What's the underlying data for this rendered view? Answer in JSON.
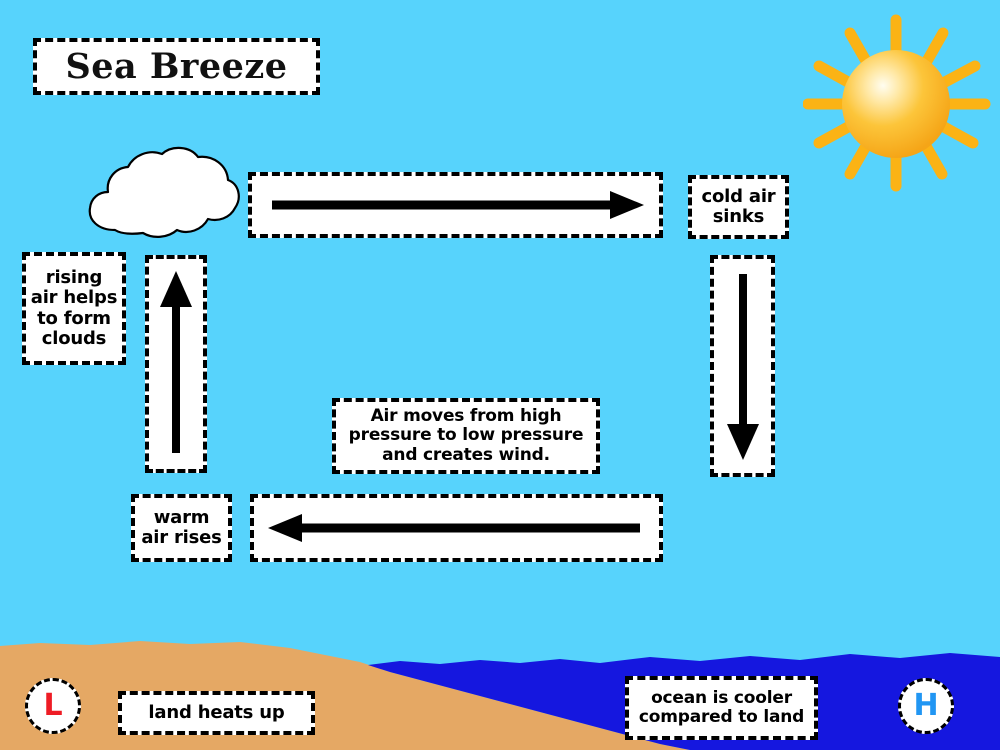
{
  "colors": {
    "sky": "#57D3FC",
    "land": "#E5A864",
    "ocean": "#1517DF",
    "sun_ray": "#FBB315",
    "sun_core": "#FFF6D8",
    "sun_edge": "#F8A81B",
    "cloud_fill": "#FFFFFF",
    "cloud_outline": "#000000",
    "panel_fill": "#FFFFFF",
    "panel_border": "#000000",
    "low_pressure": "#EE1C25",
    "high_pressure": "#2196F3"
  },
  "diagram": {
    "title": "Sea Breeze",
    "labels": {
      "cold_air": "cold air\nsinks",
      "rising_air": "rising\nair helps\nto form\nclouds",
      "pressure": "Air moves from high\npressure to low pressure\nand creates wind.",
      "warm_air": "warm\nair rises",
      "land_heats": "land heats up",
      "ocean_cooler": "ocean is cooler\ncompared to land"
    },
    "arrows": {
      "top": "arrow-right",
      "bottom": "arrow-left",
      "left": "arrow-up",
      "right": "arrow-down"
    },
    "badges": {
      "low": "L",
      "high": "H"
    },
    "scenery": {
      "sun": "sun-icon",
      "cloud": "cloud-icon",
      "land": "land-shape",
      "ocean": "ocean-shape"
    }
  }
}
